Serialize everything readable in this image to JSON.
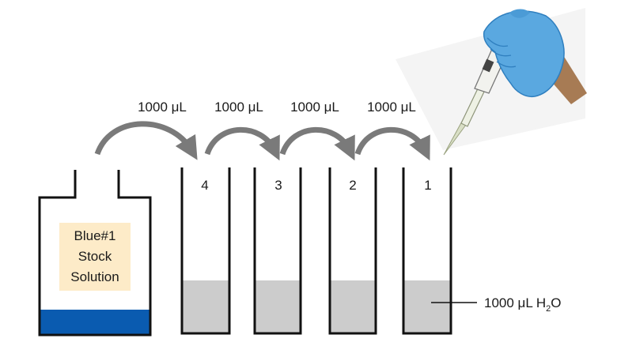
{
  "transfers": [
    {
      "volume": "1000 μL"
    },
    {
      "volume": "1000 μL"
    },
    {
      "volume": "1000 μL"
    },
    {
      "volume": "1000 μL"
    }
  ],
  "tubes": [
    {
      "number": "4"
    },
    {
      "number": "3"
    },
    {
      "number": "2"
    },
    {
      "number": "1"
    }
  ],
  "stock": {
    "line1": "Blue#1",
    "line2": "Stock",
    "line3": "Solution"
  },
  "water_label": {
    "prefix": "1000 μL H",
    "subscript": "2",
    "suffix": "O"
  },
  "colors": {
    "stock_liquid": "#0a5bb0",
    "water": "#cccccc",
    "arrow": "#7a7a7a",
    "label_background": "#fdebc8",
    "glove": "#5aa8e0"
  },
  "icons": [
    "pipette-icon",
    "gloved-hand-icon"
  ]
}
